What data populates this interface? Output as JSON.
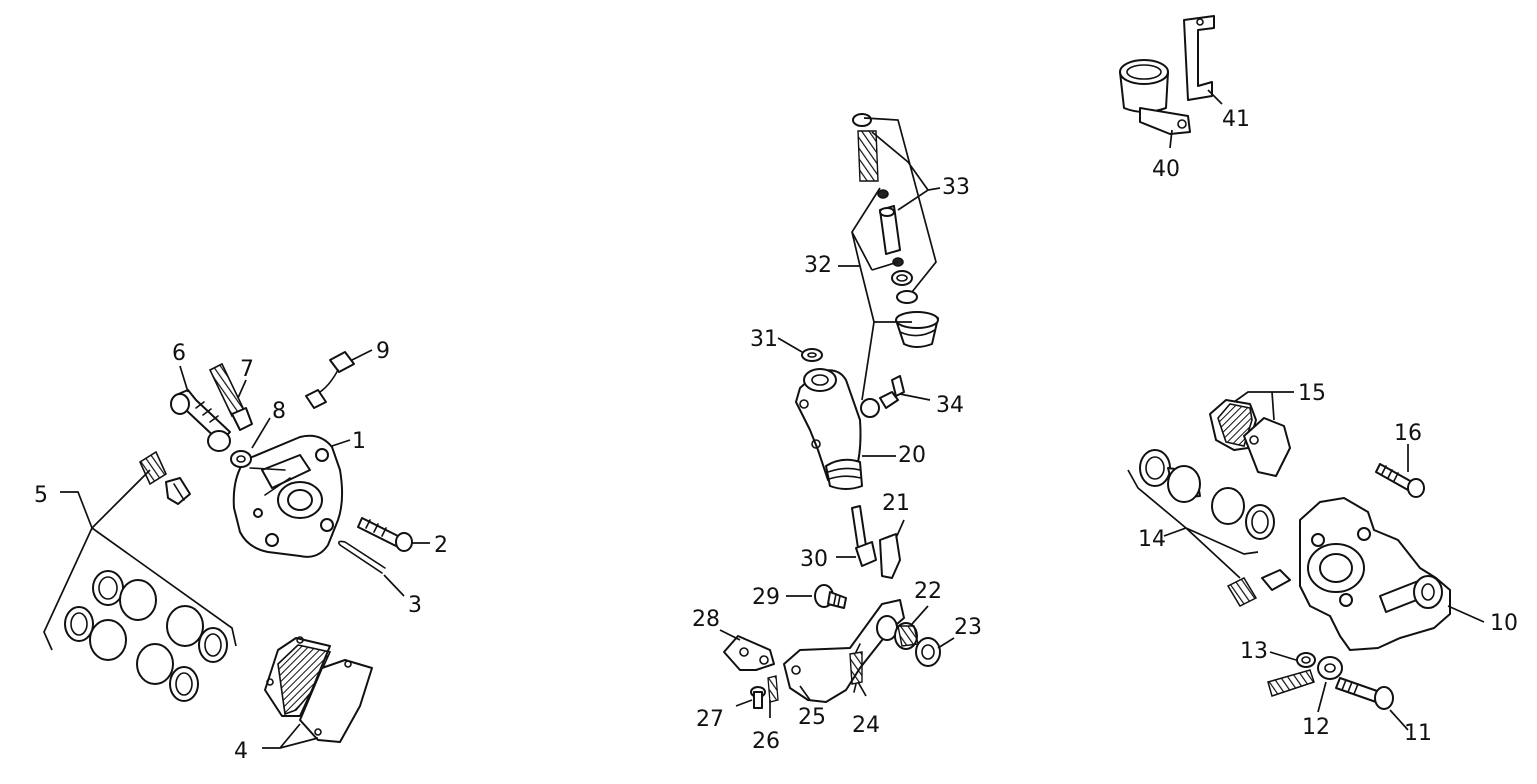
{
  "callouts": {
    "n1": "1",
    "n2": "2",
    "n3": "3",
    "n4": "4",
    "n5": "5",
    "n6": "6",
    "n7": "7",
    "n8": "8",
    "n9": "9",
    "n10": "10",
    "n11": "11",
    "n12": "12",
    "n13": "13",
    "n14": "14",
    "n15": "15",
    "n16": "16",
    "n20": "20",
    "n21": "21",
    "n22": "22",
    "n23": "23",
    "n24": "24",
    "n25": "25",
    "n26": "26",
    "n27": "27",
    "n28": "28",
    "n29": "29",
    "n30": "30",
    "n31": "31",
    "n32": "32",
    "n33": "33",
    "n34": "34",
    "n40": "40",
    "n41": "41"
  },
  "colors": {
    "line": "#111111",
    "background": "#ffffff"
  }
}
